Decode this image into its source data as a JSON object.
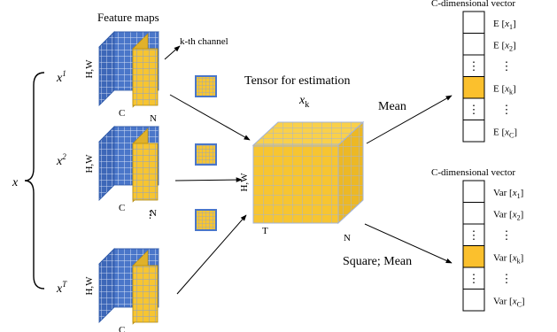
{
  "labels": {
    "feature_maps": "Feature maps",
    "kth_channel": "k-th channel",
    "tensor_title": "Tensor for estimation",
    "tensor_var": "x",
    "tensor_sub": "k",
    "mean": "Mean",
    "square_mean": "Square; Mean",
    "cvec_top": "C-dimensional vector",
    "cvec_bottom": "C-dimensional vector",
    "x_main": "x",
    "vertical_dots": "⋮",
    "dims_hw": "H,W",
    "dims_c": "C",
    "dims_n": "N",
    "dims_t": "T"
  },
  "inputs": [
    {
      "base": "x",
      "sup": "1"
    },
    {
      "base": "x",
      "sup": "2"
    },
    {
      "base": "x",
      "sup": "T"
    }
  ],
  "mean_vector": {
    "func": "E",
    "rows": [
      {
        "kind": "entry",
        "sub": "1",
        "highlight": false
      },
      {
        "kind": "entry",
        "sub": "2",
        "highlight": false
      },
      {
        "kind": "dots",
        "highlight": false
      },
      {
        "kind": "entry",
        "sub": "k",
        "highlight": true
      },
      {
        "kind": "dots",
        "highlight": false
      },
      {
        "kind": "entry",
        "sub": "C",
        "highlight": false
      }
    ]
  },
  "var_vector": {
    "func": "Var",
    "rows": [
      {
        "kind": "entry",
        "sub": "1",
        "highlight": false
      },
      {
        "kind": "entry",
        "sub": "2",
        "highlight": false
      },
      {
        "kind": "dots",
        "highlight": false
      },
      {
        "kind": "entry",
        "sub": "k",
        "highlight": true
      },
      {
        "kind": "dots",
        "highlight": false
      },
      {
        "kind": "entry",
        "sub": "C",
        "highlight": false
      }
    ]
  },
  "colors": {
    "blue": "#4a76c9",
    "blue_dark": "#2f5aa8",
    "yellow": "#f7c531",
    "yellow_dark": "#d9a611",
    "grid_blue": "#d6e1f5",
    "grid_yellow": "#8aa0d0",
    "highlight": "#fbc02d"
  }
}
